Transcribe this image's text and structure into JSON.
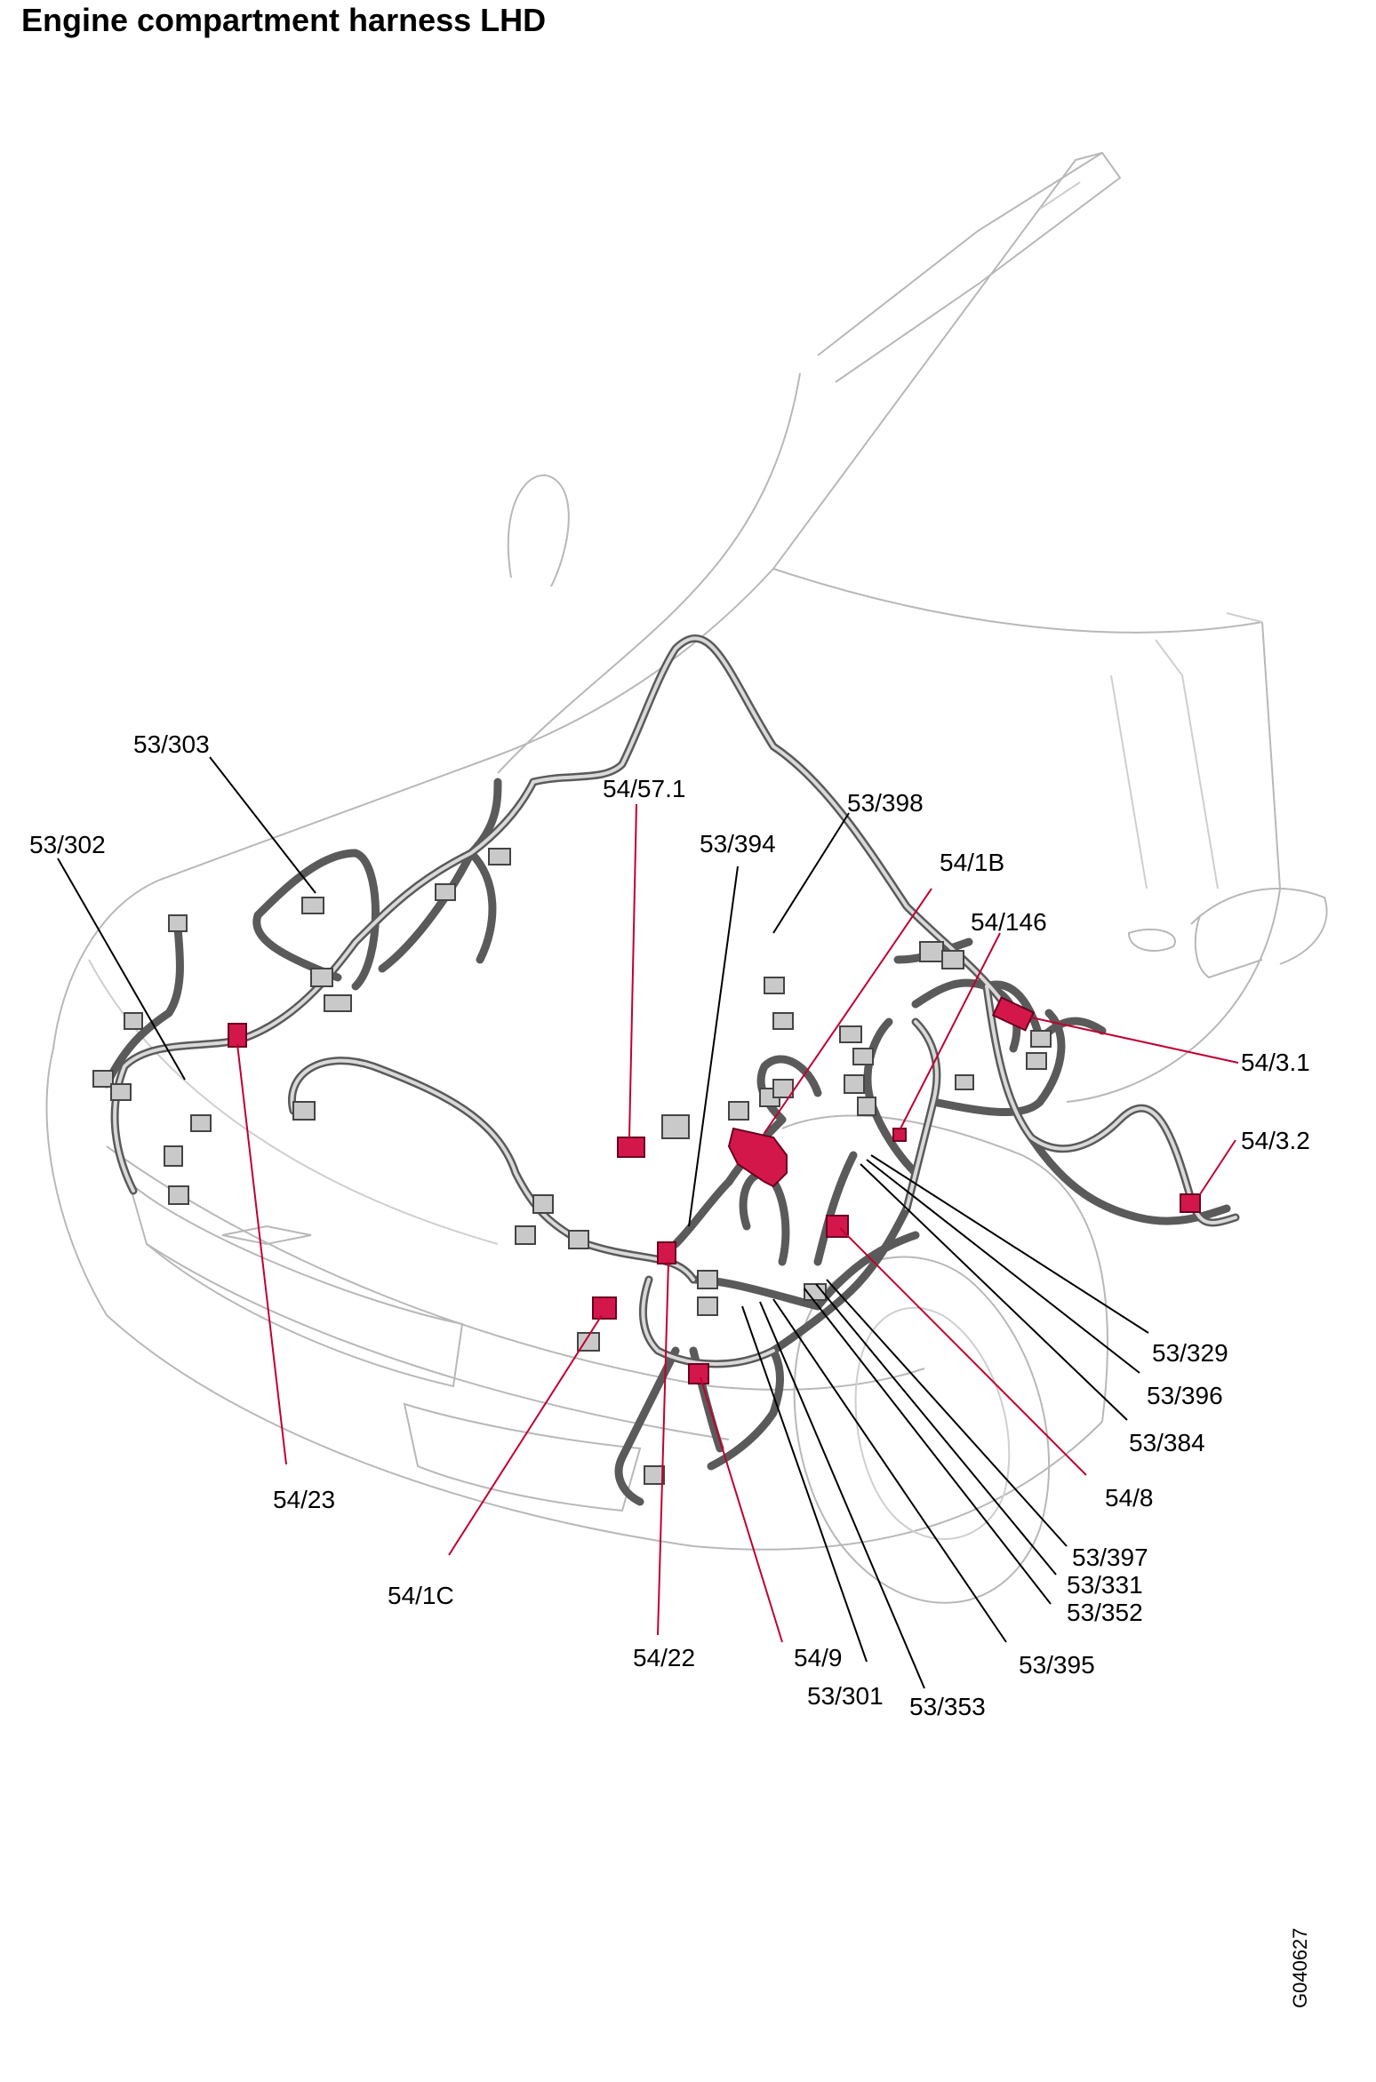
{
  "title": "Engine compartment harness LHD",
  "figure_code": "G040627",
  "colors": {
    "highlight": "#d4174b",
    "leader_red": "#c00032",
    "leader_black": "#000000",
    "car_outline": "#b8b8b8",
    "harness": "#5a5a5a"
  },
  "labels": {
    "l53_303": "53/303",
    "l53_302": "53/302",
    "l54_57_1": "54/57.1",
    "l53_398": "53/398",
    "l53_394": "53/394",
    "l54_1b": "54/1B",
    "l54_146": "54/146",
    "l54_3_1": "54/3.1",
    "l54_3_2": "54/3.2",
    "l53_329": "53/329",
    "l53_396": "53/396",
    "l53_384": "53/384",
    "l54_8": "54/8",
    "l53_397": "53/397",
    "l53_331": "53/331",
    "l53_352": "53/352",
    "l53_395": "53/395",
    "l53_353": "53/353",
    "l53_301": "53/301",
    "l54_9": "54/9",
    "l54_22": "54/22",
    "l54_1c": "54/1C",
    "l54_23": "54/23"
  }
}
